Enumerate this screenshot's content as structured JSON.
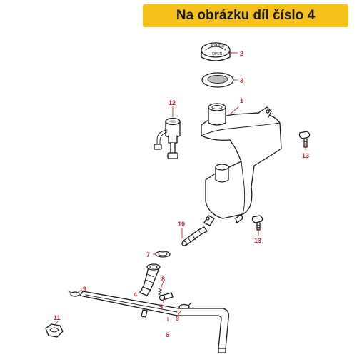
{
  "banner": {
    "text": "Na obrázku díl číslo 4",
    "color": "#f6c11a"
  },
  "cap_lettering": {
    "top": "KYMCO",
    "bottom": "OPEN"
  },
  "callouts": [
    {
      "id": "c1",
      "label": "1"
    },
    {
      "id": "c2",
      "label": "2"
    },
    {
      "id": "c3",
      "label": "3"
    },
    {
      "id": "c4",
      "label": "4"
    },
    {
      "id": "c5",
      "label": "5"
    },
    {
      "id": "c6",
      "label": "6"
    },
    {
      "id": "c7",
      "label": "7"
    },
    {
      "id": "c8",
      "label": "8"
    },
    {
      "id": "c9a",
      "label": "9"
    },
    {
      "id": "c9b",
      "label": "9"
    },
    {
      "id": "c10",
      "label": "10"
    },
    {
      "id": "c11",
      "label": "11"
    },
    {
      "id": "c12",
      "label": "12"
    },
    {
      "id": "c13a",
      "label": "13"
    },
    {
      "id": "c13b",
      "label": "13"
    }
  ],
  "colors": {
    "callout": "#c0282d",
    "line": "#1a1a1a"
  }
}
